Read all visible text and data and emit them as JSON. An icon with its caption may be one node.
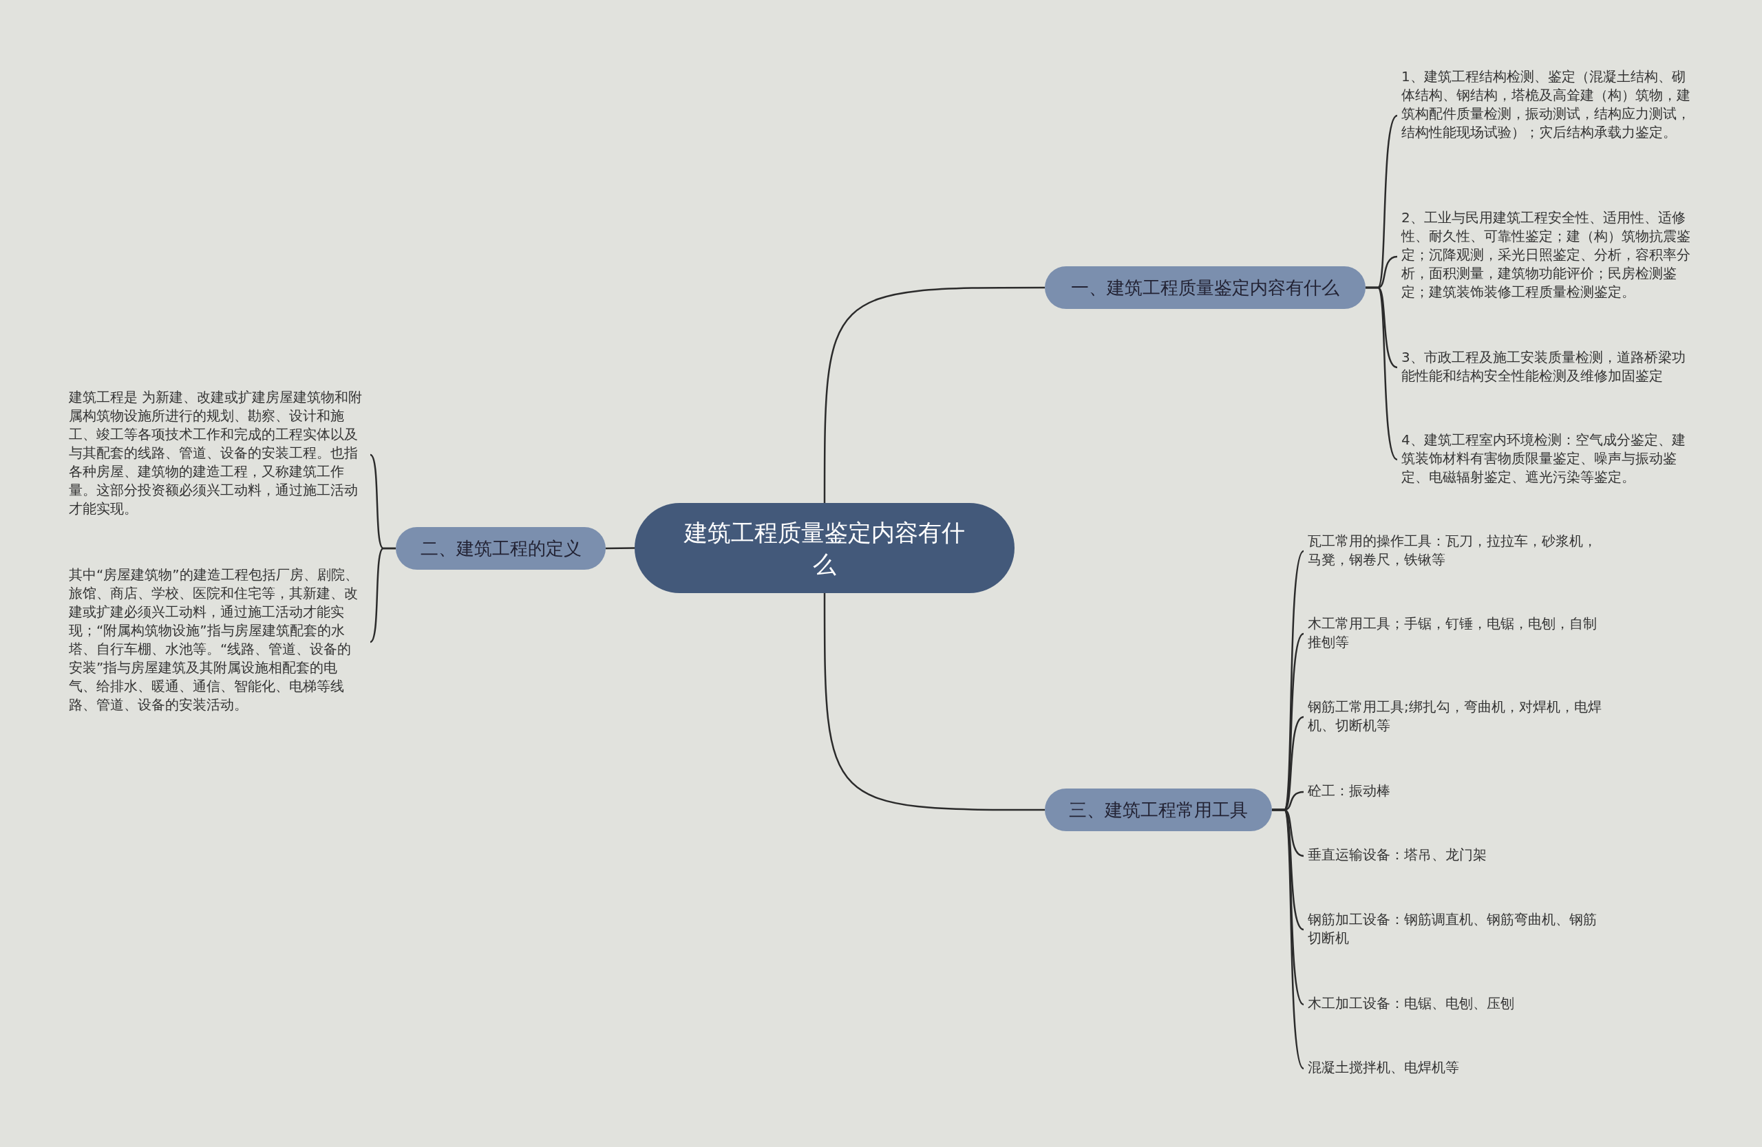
{
  "diagram": {
    "nodes": [
      {
        "text": [
          "建筑工程质量鉴定内容有什么"
        ]
      },
      {
        "text": [
          "一、建筑工程质量鉴定内容有什么"
        ]
      },
      {
        "text": [
          "1、建筑工程结构检测、鉴定（混凝土结构、砌体结构、钢结构，塔桅及高耸建（构）筑物，建筑构配件质量检测，振动测试，结构应力测试，结构性能现场试验）；灾后结构承载力鉴定。"
        ]
      },
      {
        "text": [
          "2、工业与民用建筑工程安全性、适用性、适修性、耐久性、可靠性鉴定；建（构）筑物抗震鉴定；沉降观测，采光日照鉴定、分析，容积率分析，面积测量，建筑物功能评价；民房检测鉴定；建筑装饰装修工程质量检测鉴定。"
        ]
      },
      {
        "text": [
          "3、市政工程及施工安装质量检测，道路桥梁功能性能和结构安全性能检测及维修加固鉴定"
        ]
      },
      {
        "text": [
          "4、建筑工程室内环境检测：空气成分鉴定、建筑装饰材料有害物质限量鉴定、噪声与振动鉴定、电磁辐射鉴定、遮光污染等鉴定。"
        ]
      },
      {
        "text": [
          "二、建筑工程的定义"
        ]
      },
      {
        "text": [
          "建筑工程是 为新建、改建或扩建房屋建筑物和附属构筑物设施所进行的规划、勘察、设计和施工、竣工等各项技术工作和完成的工程实体以及与其配套的线路、管道、设备的安装工程。也指各种房屋、建筑物的建造工程，又称建筑工作量。这部分投资额必须兴工动料，通过施工活动才能实现。"
        ]
      },
      {
        "text": [
          "其中“房屋建筑物”的建造工程包括厂房、剧院、旅馆、商店、学校、医院和住宅等，其新建、改建或扩建必须兴工动料，通过施工活动才能实现；“附属构筑物设施”指与房屋建筑配套的水塔、自行车棚、水池等。“线路、管道、设备的安装”指与房屋建筑及其附属设施相配套的电气、给排水、暖通、通信、智能化、电梯等线路、管道、设备的安装活动。"
        ]
      },
      {
        "text": [
          "三、建筑工程常用工具"
        ]
      },
      {
        "text": [
          "瓦工常用的操作工具：瓦刀，拉拉车，砂浆机，马凳，钢卷尺，铁锹等"
        ]
      },
      {
        "text": [
          "木工常用工具；手锯，钉锤，电锯，电刨，自制推刨等"
        ]
      },
      {
        "text": [
          "钢筋工常用工具;绑扎勾，弯曲机，对焊机，电焊机、切断机等"
        ]
      },
      {
        "text": [
          "砼工：振动棒"
        ]
      },
      {
        "text": [
          "垂直运输设备：塔吊、龙门架"
        ]
      },
      {
        "text": [
          "钢筋加工设备：钢筋调直机、钢筋弯曲机、钢筋切断机"
        ]
      },
      {
        "text": [
          "木工加工设备：电锯、电刨、压刨"
        ]
      },
      {
        "text": [
          "混凝土搅拌机、电焊机等"
        ]
      }
    ],
    "edges": [
      {
        "from": 0,
        "to": 1,
        "arrow": "none"
      },
      {
        "from": 1,
        "to": 2,
        "arrow": "none"
      },
      {
        "from": 1,
        "to": 3,
        "arrow": "none"
      },
      {
        "from": 1,
        "to": 4,
        "arrow": "none"
      },
      {
        "from": 1,
        "to": 5,
        "arrow": "none"
      },
      {
        "from": 0,
        "to": 6,
        "arrow": "none"
      },
      {
        "from": 6,
        "to": 7,
        "arrow": "none"
      },
      {
        "from": 6,
        "to": 8,
        "arrow": "none"
      },
      {
        "from": 0,
        "to": 9,
        "arrow": "none"
      },
      {
        "from": 9,
        "to": 10,
        "arrow": "none"
      },
      {
        "from": 9,
        "to": 11,
        "arrow": "none"
      },
      {
        "from": 9,
        "to": 12,
        "arrow": "none"
      },
      {
        "from": 9,
        "to": 13,
        "arrow": "none"
      },
      {
        "from": 9,
        "to": 14,
        "arrow": "none"
      },
      {
        "from": 9,
        "to": 15,
        "arrow": "none"
      },
      {
        "from": 9,
        "to": 16,
        "arrow": "none"
      },
      {
        "from": 9,
        "to": 17,
        "arrow": "none"
      }
    ]
  }
}
